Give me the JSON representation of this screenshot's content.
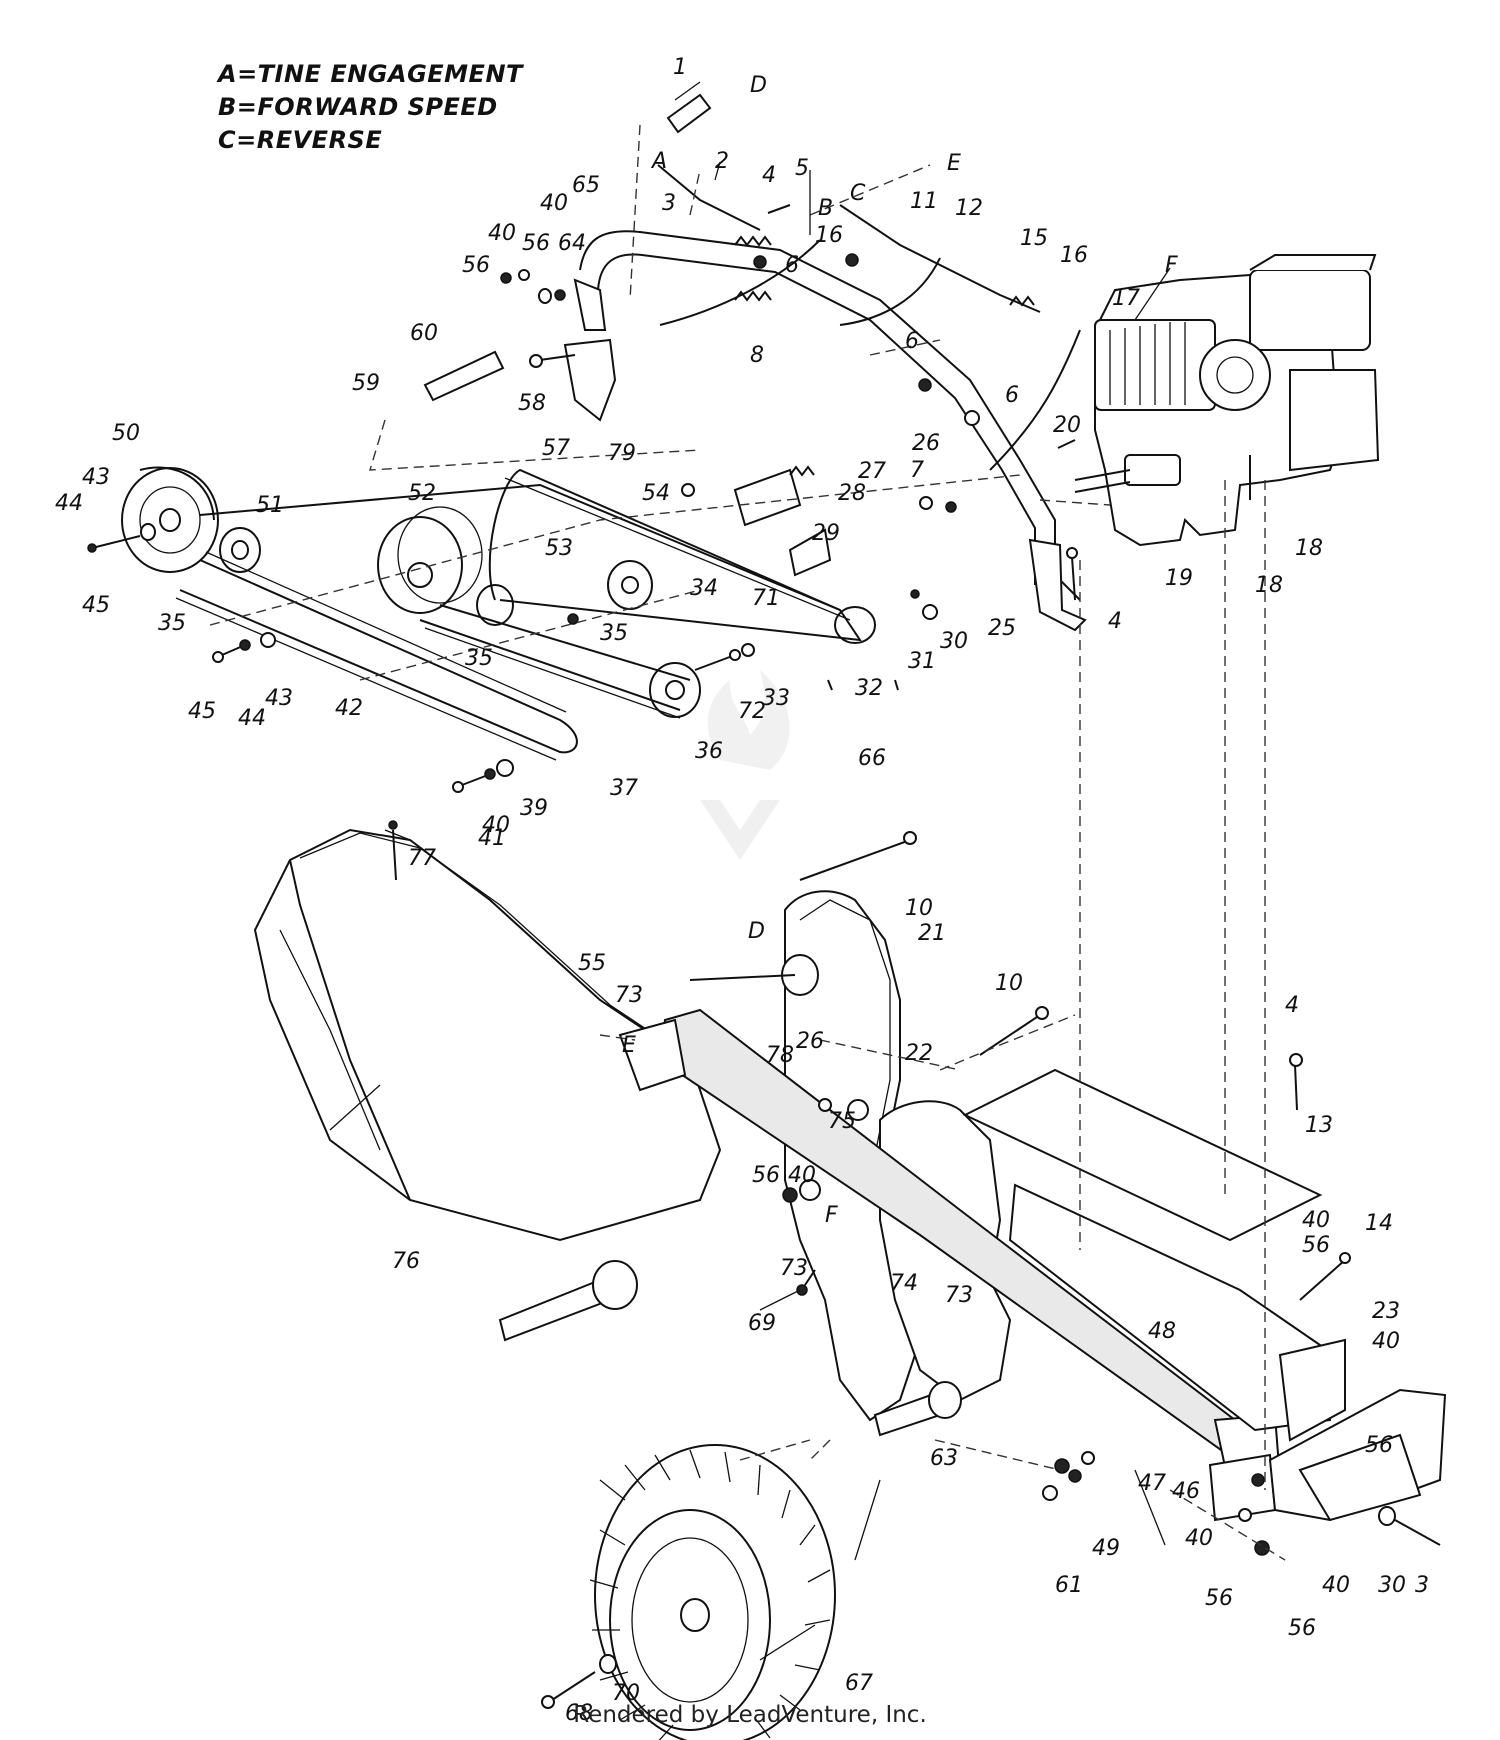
{
  "legend": {
    "a": "A=TINE ENGAGEMENT",
    "b": "B=FORWARD SPEED",
    "c": "C=REVERSE"
  },
  "footer": "Rendered by LeadVenture, Inc.",
  "callouts": [
    "1",
    "D",
    "2",
    "A",
    "3",
    "4",
    "5",
    "B",
    "C",
    "E",
    "11",
    "12",
    "16",
    "40",
    "40",
    "56",
    "56",
    "64",
    "65",
    "6",
    "15",
    "16",
    "F",
    "17",
    "60",
    "8",
    "58",
    "59",
    "6",
    "6",
    "57",
    "79",
    "50",
    "43",
    "44",
    "45",
    "51",
    "52",
    "20",
    "54",
    "26",
    "7",
    "27",
    "28",
    "29",
    "53",
    "34",
    "71",
    "18",
    "19",
    "18",
    "35",
    "35",
    "35",
    "42",
    "45",
    "44",
    "43",
    "31",
    "32",
    "33",
    "72",
    "30",
    "25",
    "4",
    "36",
    "66",
    "37",
    "41",
    "40",
    "39",
    "77",
    "10",
    "D",
    "21",
    "10",
    "55",
    "73",
    "E",
    "78",
    "26",
    "22",
    "4",
    "13",
    "75",
    "56",
    "40",
    "76",
    "F",
    "73",
    "74",
    "73",
    "40",
    "56",
    "14",
    "69",
    "48",
    "23",
    "40",
    "56",
    "63",
    "47",
    "46",
    "61",
    "49",
    "40",
    "56",
    "40",
    "56",
    "30",
    "3",
    "68",
    "70",
    "67"
  ]
}
